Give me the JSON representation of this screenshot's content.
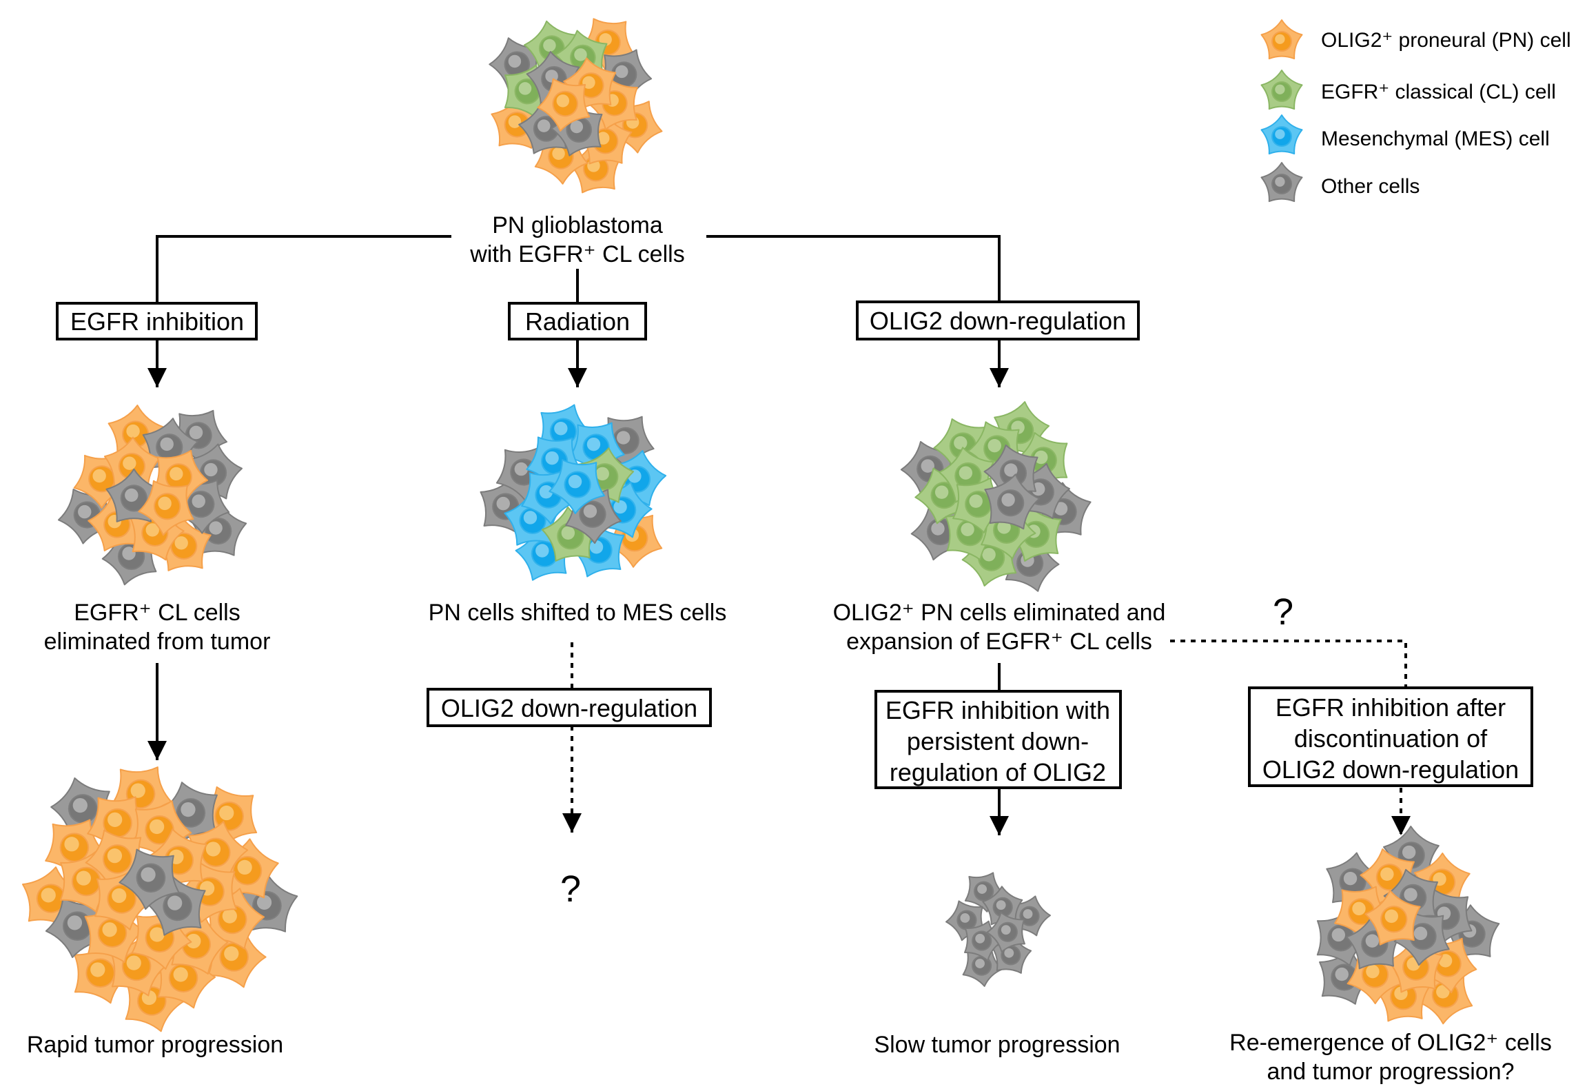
{
  "legend": {
    "items": [
      {
        "kind": "pn",
        "label": "OLIG2⁺ proneural (PN) cell"
      },
      {
        "kind": "cl",
        "label": "EGFR⁺ classical (CL) cell"
      },
      {
        "kind": "mes",
        "label": "Mesenchymal (MES) cell"
      },
      {
        "kind": "other",
        "label": "Other cells"
      }
    ]
  },
  "colors": {
    "pn": {
      "fill": "#fbb668",
      "edge": "#f5a04a",
      "nucleus": "#f59b1e",
      "hi": "#fde3ad"
    },
    "cl": {
      "fill": "#a9cc86",
      "edge": "#8ab663",
      "nucleus": "#7fb05a",
      "hi": "#dcebc5"
    },
    "mes": {
      "fill": "#5cc6f3",
      "edge": "#2fb0eb",
      "nucleus": "#11a6ea",
      "hi": "#c4ecfc"
    },
    "other": {
      "fill": "#9a9a9a",
      "edge": "#7c7c7c",
      "nucleus": "#777777",
      "hi": "#dcdcdc"
    }
  },
  "top": {
    "label_line1": "PN glioblastoma",
    "label_line2": "with EGFR⁺ CL cells"
  },
  "branches": {
    "egfr_inhibition": {
      "box": "EGFR inhibition",
      "result_line1": "EGFR⁺ CL cells",
      "result_line2": "eliminated from tumor",
      "outcome": "Rapid tumor progression"
    },
    "radiation": {
      "box": "Radiation",
      "result": "PN cells shifted to MES cells",
      "next_box": "OLIG2 down-regulation",
      "outcome": "?"
    },
    "olig2": {
      "box": "OLIG2 down-regulation",
      "result_line1": "OLIG2⁺ PN cells eliminated and",
      "result_line2": "expansion of EGFR⁺ CL cells",
      "sub_left": {
        "box_lines": [
          "EGFR inhibition with",
          "persistent down-",
          "regulation of OLIG2"
        ],
        "outcome": "Slow tumor progression"
      },
      "sub_right": {
        "question": "?",
        "box_lines": [
          "EGFR inhibition after",
          "discontinuation of",
          "OLIG2 down-regulation"
        ],
        "outcome_line1": "Re-emergence of OLIG2⁺ cells",
        "outcome_line2": "and tumor progression?"
      }
    }
  }
}
